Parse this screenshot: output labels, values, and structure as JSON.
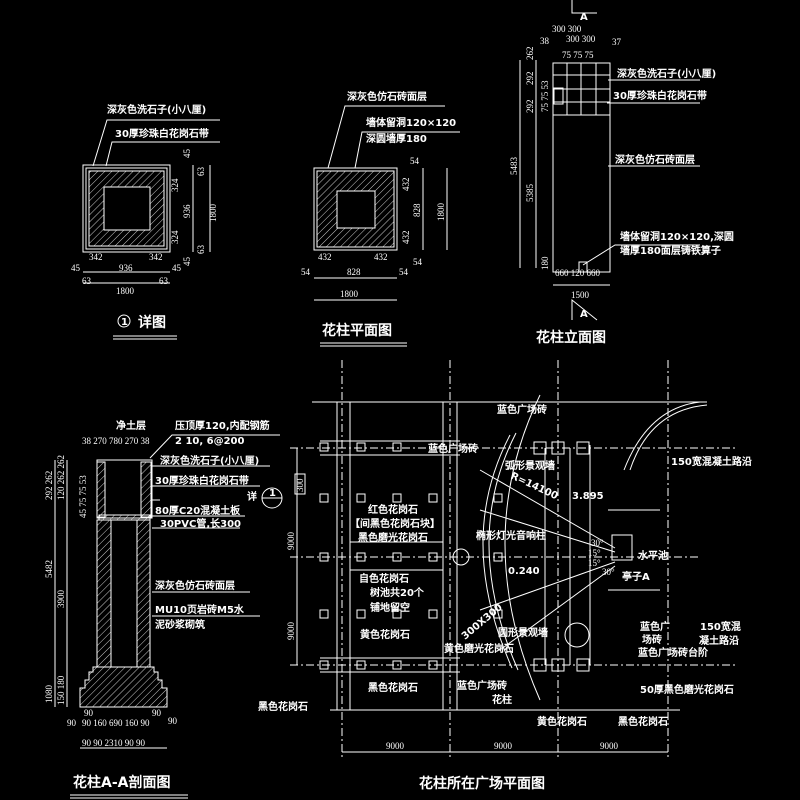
{
  "detail1": {
    "title": "详图",
    "title_num": "1",
    "labels": [
      "深灰色洗石子(小八厘)",
      "30厚珍珠白花岗石带"
    ],
    "dims": [
      "1800",
      "324",
      "936",
      "324",
      "45",
      "63",
      "63",
      "45",
      "342",
      "342",
      "45",
      "936",
      "45",
      "63",
      "63",
      "1800"
    ]
  },
  "plan": {
    "title": "花柱平面图",
    "labels": [
      "深灰色仿石砖面层",
      "墙体留洞120×120",
      "深圆墙厚180"
    ],
    "dims": [
      "54",
      "432",
      "828",
      "432",
      "54",
      "1800",
      "432",
      "432",
      "54",
      "828",
      "54",
      "1800"
    ]
  },
  "elevation": {
    "title": "花柱立面图",
    "section_mark": "A",
    "labels": [
      "深灰色洗石子(小八厘)",
      "30厚珍珠白花岗石带",
      "深灰色仿石砖面层",
      "墙体留洞120×120,深圆",
      "墙厚180面层铸铁算子"
    ],
    "dims": [
      "300  300",
      "38",
      "300  300",
      "37",
      "75 75 75",
      "262",
      "292",
      "292",
      "5483",
      "5385",
      "180",
      "660 120 660",
      "1500",
      "75 75 53"
    ]
  },
  "section": {
    "title": "花柱A-A剖面图",
    "detail_ref": "详",
    "detail_num": "1",
    "labels": [
      "净土层",
      "压顶厚120,内配钢筋",
      "2  10, 6@200",
      "深灰色洗石子(小八厘)",
      "30厚珍珠白花岗石带",
      "80厚C20混凝土板",
      "30PVC管,长300",
      "深灰色仿石砖面层",
      "MU10页岩砖M5水",
      "泥砂浆砌筑"
    ],
    "dims": [
      "38 270 780 270 38",
      "292  262",
      "120 262 262",
      "45 75 75 53",
      "5482",
      "3900",
      "1080",
      "150 180",
      "90",
      "90",
      "90",
      "90 160 690 160 90",
      "90",
      "90 90  2310  90 90"
    ]
  },
  "plaza": {
    "title": "花柱所在广场平面图",
    "labels": [
      "蓝色广场砖",
      "蓝色广场砖",
      "弧形景观墙",
      "R=14100",
      "3.895",
      "红色花岗石",
      "【间黑色花岗石块】",
      "黑色磨光花岗石",
      "椭形灯光音响柱",
      "0.240",
      "自色花岗石",
      "树池共20个",
      "铺地留空",
      "黄色花岗石",
      "300X300",
      "圆形景观墙",
      "黄色磨光花岗石",
      "黑色花岗石",
      "蓝色广场砖",
      "花柱",
      "黄色花岗石",
      "黑色花岗石",
      "黑色花岗石",
      "150宽混凝土路沿",
      "水平池",
      "亭子A",
      "蓝色广",
      "场砖",
      "蓝色广场砖台阶",
      "150宽混",
      "凝土路沿",
      "50厚黑色磨光花岗石",
      "30°",
      "15°",
      "15°",
      "30°"
    ],
    "dims": [
      "9000",
      "9000",
      "300",
      "9000",
      "9000",
      "9000"
    ]
  }
}
